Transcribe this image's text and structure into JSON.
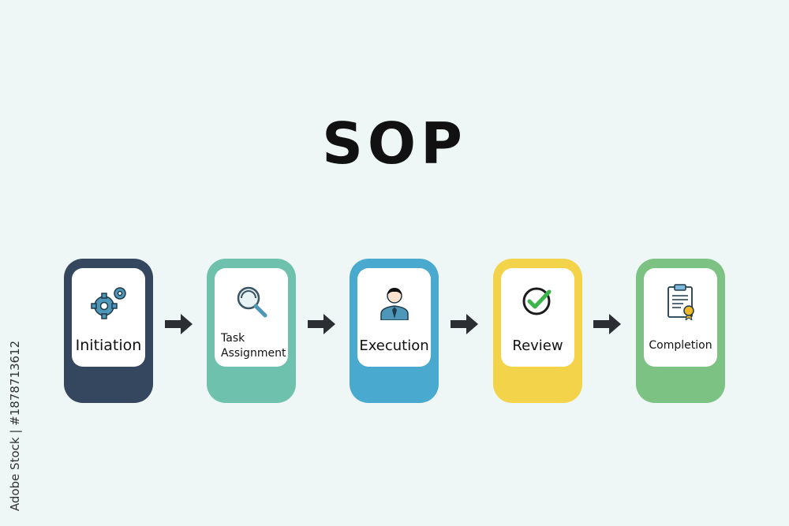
{
  "title": "SOP",
  "watermark": "Adobe Stock | #1878713612",
  "colors": {
    "initiation": "#34475f",
    "task_assignment": "#6ec2ad",
    "execution": "#4aa9cf",
    "review": "#f3d34a",
    "completion": "#7cc283",
    "arrow": "#2b2f33"
  },
  "steps": [
    {
      "label": "Initiation",
      "icon": "gears-icon"
    },
    {
      "label_line1": "Task",
      "label_line2": "Assignment",
      "icon": "magnifier-icon"
    },
    {
      "label": "Execution",
      "icon": "person-icon"
    },
    {
      "label": "Review",
      "icon": "checkmark-icon"
    },
    {
      "label": "Completion",
      "icon": "certificate-icon"
    }
  ]
}
